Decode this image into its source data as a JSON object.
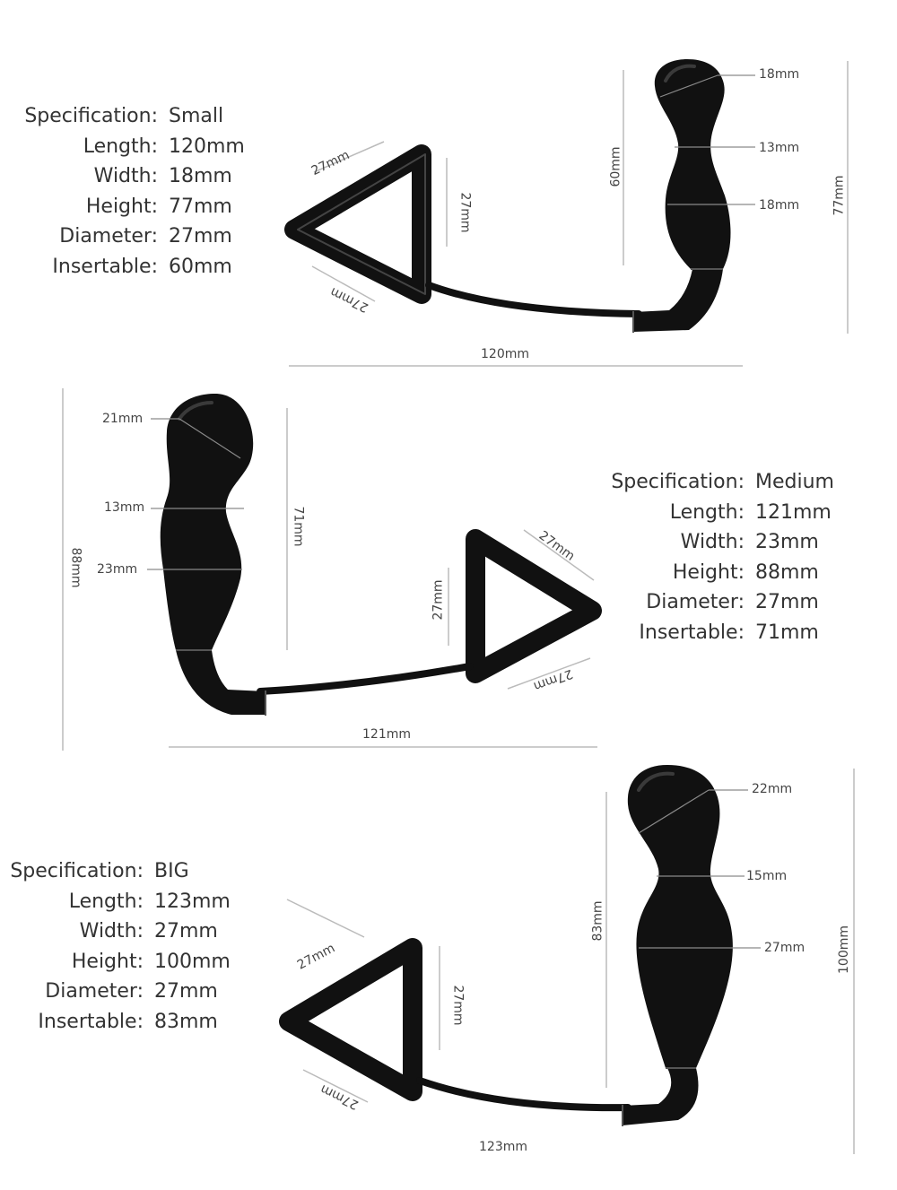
{
  "colors": {
    "product": "#111111",
    "highlight": "#3a3a3a",
    "guide": "#bbbbbb",
    "text": "#333333"
  },
  "panels": [
    {
      "spec": [
        {
          "label": "Specification:",
          "value": "Small"
        },
        {
          "label": "Length:",
          "value": "120mm"
        },
        {
          "label": "Width:",
          "value": "18mm"
        },
        {
          "label": "Height:",
          "value": "77mm"
        },
        {
          "label": "Diameter:",
          "value": "27mm"
        },
        {
          "label": "Insertable:",
          "value": "60mm"
        }
      ],
      "dims": {
        "head": "18mm",
        "neck": "13mm",
        "body": "18mm",
        "insertable": "60mm",
        "height": "77mm",
        "length": "120mm",
        "ring_top": "27mm",
        "ring_right": "27mm",
        "ring_bottom": "27mm"
      }
    },
    {
      "spec": [
        {
          "label": "Specification:",
          "value": "Medium"
        },
        {
          "label": "Length:",
          "value": "121mm"
        },
        {
          "label": "Width:",
          "value": "23mm"
        },
        {
          "label": "Height:",
          "value": "88mm"
        },
        {
          "label": "Diameter:",
          "value": "27mm"
        },
        {
          "label": "Insertable:",
          "value": "71mm"
        }
      ],
      "dims": {
        "head": "21mm",
        "neck": "13mm",
        "body": "23mm",
        "insertable": "71mm",
        "height": "88mm",
        "length": "121mm",
        "ring_top": "27mm",
        "ring_left": "27mm",
        "ring_bottom": "27mm"
      }
    },
    {
      "spec": [
        {
          "label": "Specification:",
          "value": "BIG"
        },
        {
          "label": "Length:",
          "value": "123mm"
        },
        {
          "label": "Width:",
          "value": "27mm"
        },
        {
          "label": "Height:",
          "value": "100mm"
        },
        {
          "label": "Diameter:",
          "value": "27mm"
        },
        {
          "label": "Insertable:",
          "value": "83mm"
        }
      ],
      "dims": {
        "head": "22mm",
        "neck": "15mm",
        "body": "27mm",
        "insertable": "83mm",
        "height": "100mm",
        "length": "123mm",
        "ring_top": "27mm",
        "ring_right": "27mm",
        "ring_bottom": "27mm"
      }
    }
  ]
}
